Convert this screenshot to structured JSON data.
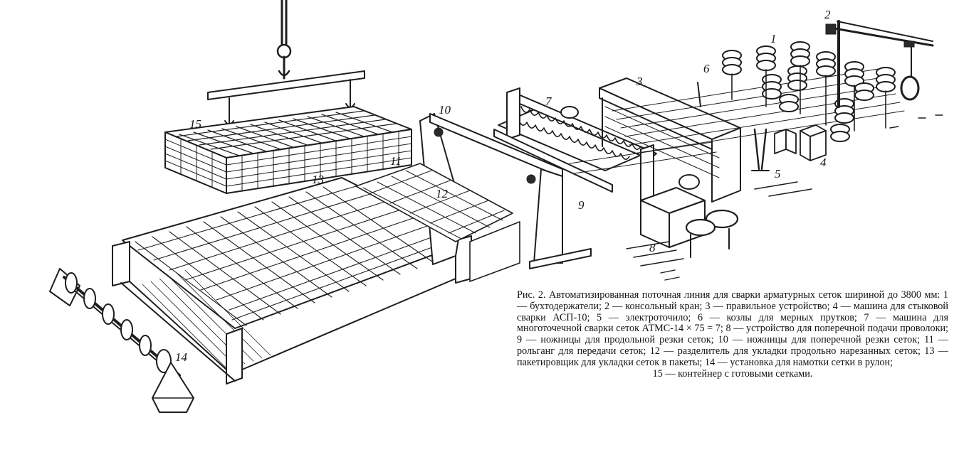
{
  "figure": {
    "callouts": [
      "1",
      "2",
      "3",
      "4",
      "5",
      "6",
      "7",
      "8",
      "9",
      "10",
      "11",
      "12",
      "13",
      "14",
      "15"
    ],
    "caption": [
      "Рис. 2. Автоматизированная поточная линия для сварки арматурных сеток шириной до 3800 мм: 1 — бухтодержатели;",
      "2 — консольный кран; 3 — правильное устройство; 4 — машина для стыковой сварки АСП-10; 5 — электроточило; 6 — козлы для мерных прутков; 7 — машина для многоточечной сварки сеток АТМС-14 × 75 = 7; 8 — устройство для поперечной подачи проволоки; 9 — ножницы для продольной резки сеток; 10 — ножницы для поперечной резки сеток; 11 — рольганг для передачи сеток; 12 — разделитель для укладки продольно нарезанных сеток; 13 — пакетировщик для укладки сеток в пакеты; 14 — установка для намотки сетки в рулон;",
      "15 — контейнер с готовыми сетками."
    ]
  },
  "colors": {
    "ink": "#1e1e1e",
    "paper": "#ffffff"
  }
}
